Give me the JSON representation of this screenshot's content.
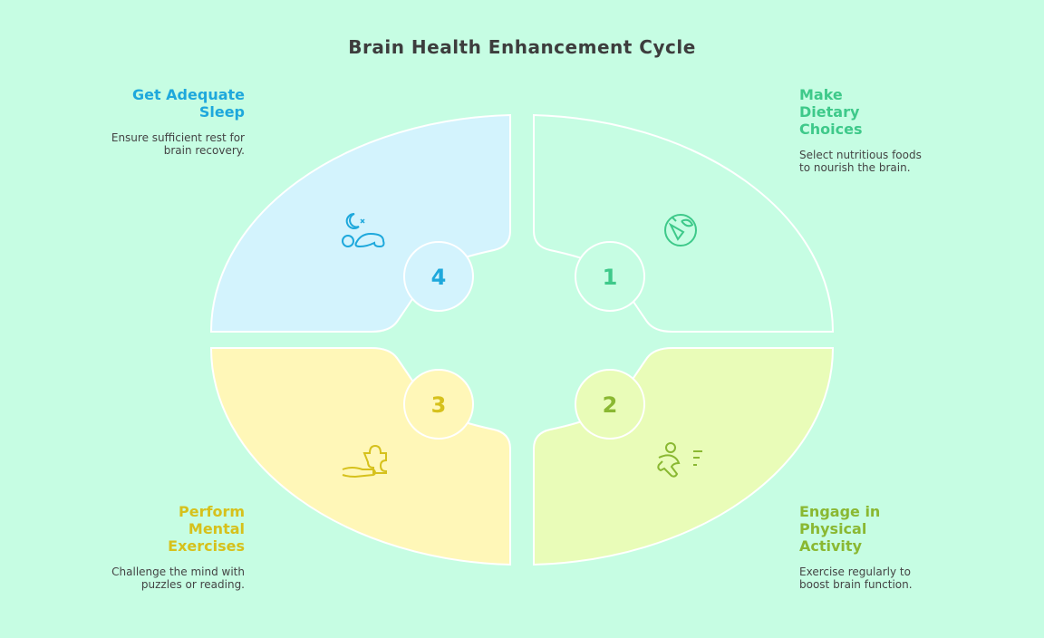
{
  "title": "Brain Health Enhancement Cycle",
  "steps": [
    {
      "number": "1",
      "title": "Make Dietary Choices",
      "description": "Select nutritious foods to nourish the brain.",
      "icon": "salad-bowl-icon",
      "color": "#3ec98a"
    },
    {
      "number": "2",
      "title": "Engage in Physical Activity",
      "description": "Exercise regularly to boost brain function.",
      "icon": "running-person-icon",
      "color": "#8ab832"
    },
    {
      "number": "3",
      "title": "Perform Mental Exercises",
      "description": "Challenge the mind with puzzles or reading.",
      "icon": "puzzle-hand-icon",
      "color": "#d6c11c"
    },
    {
      "number": "4",
      "title": "Get Adequate Sleep",
      "description": "Ensure sufficient rest for brain recovery.",
      "icon": "sleeping-person-icon",
      "color": "#1ea8dc"
    }
  ]
}
